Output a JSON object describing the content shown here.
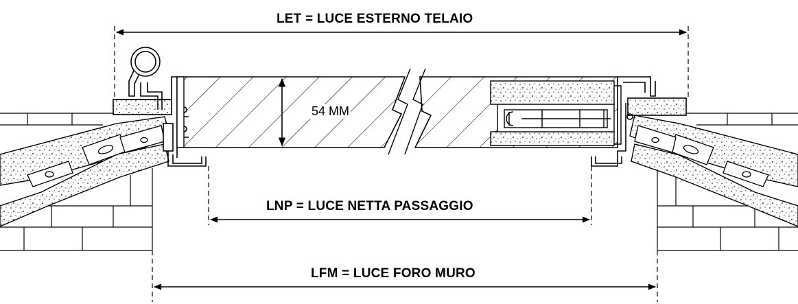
{
  "labels": {
    "let": "LET = LUCE ESTERNO TELAIO",
    "lnp": "LNP = LUCE NETTA PASSAGGIO",
    "lfm": "LFM = LUCE FORO MURO",
    "thickness": "54 MM"
  },
  "colors": {
    "line": "#000000",
    "background": "#ffffff",
    "concrete_fill": "#f2f2f2"
  }
}
